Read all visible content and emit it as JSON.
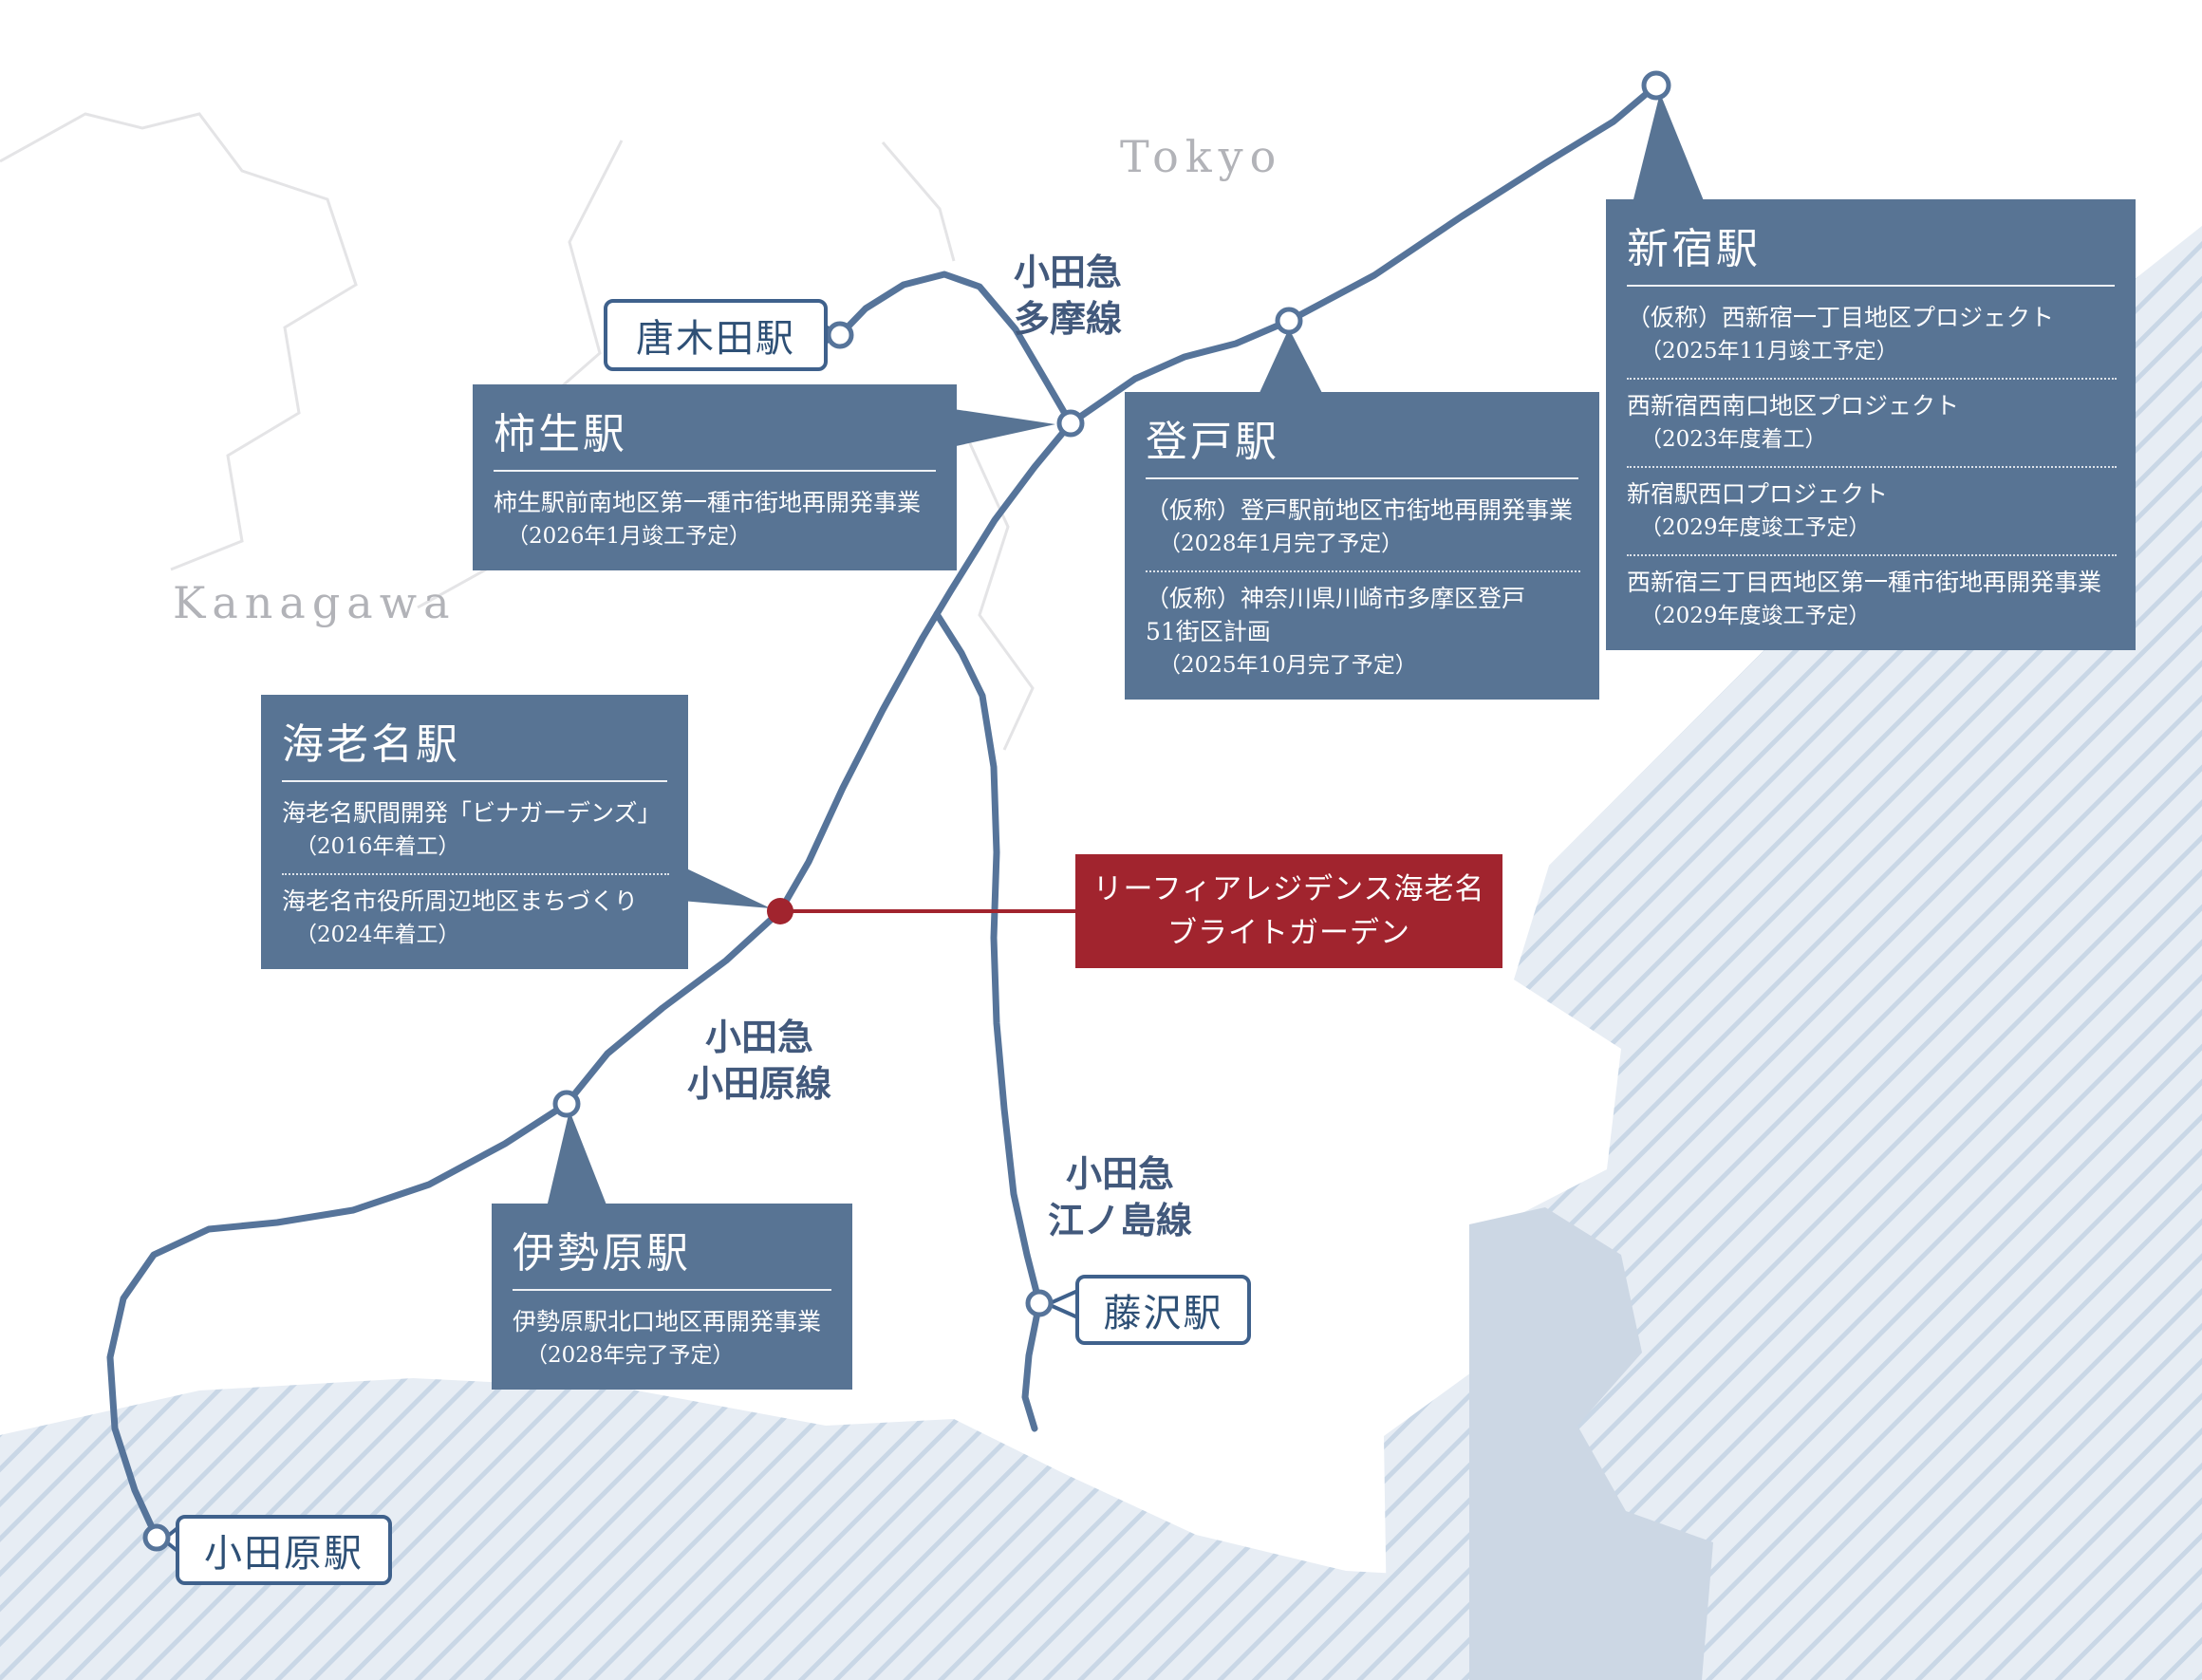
{
  "regions": {
    "tokyo": "Tokyo",
    "kanagawa": "Kanagawa"
  },
  "lines": {
    "tama": "小田急\n多摩線",
    "odawara": "小田急\n小田原線",
    "enoshima": "小田急\n江ノ島線"
  },
  "stations": {
    "karakida": "唐木田駅",
    "fujisawa": "藤沢駅",
    "odawara": "小田原駅"
  },
  "callouts": {
    "kakio": {
      "title": "柿生駅",
      "projects": [
        {
          "name": "柿生駅前南地区第一種市街地再開発事業",
          "date": "（2026年1月竣工予定）"
        }
      ]
    },
    "noborito": {
      "title": "登戸駅",
      "projects": [
        {
          "name": "（仮称）登戸駅前地区市街地再開発事業",
          "date": "（2028年1月完了予定）"
        },
        {
          "name": "（仮称）神奈川県川崎市多摩区登戸\n51街区計画",
          "date": "（2025年10月完了予定）"
        }
      ]
    },
    "shinjuku": {
      "title": "新宿駅",
      "projects": [
        {
          "name": "（仮称）西新宿一丁目地区プロジェクト",
          "date": "（2025年11月竣工予定）"
        },
        {
          "name": "西新宿西南口地区プロジェクト",
          "date": "（2023年度着工）"
        },
        {
          "name": "新宿駅西口プロジェクト",
          "date": "（2029年度竣工予定）"
        },
        {
          "name": "西新宿三丁目西地区第一種市街地再開発事業",
          "date": "（2029年度竣工予定）"
        }
      ]
    },
    "ebina": {
      "title": "海老名駅",
      "projects": [
        {
          "name": "海老名駅間開発「ビナガーデンズ」",
          "date": "（2016年着工）"
        },
        {
          "name": "海老名市役所周辺地区まちづくり",
          "date": "（2024年着工）"
        }
      ]
    },
    "isehara": {
      "title": "伊勢原駅",
      "projects": [
        {
          "name": "伊勢原駅北口地区再開発事業",
          "date": "（2028年完了予定）"
        }
      ]
    }
  },
  "property": {
    "label": "リーフィアレジデンス海老名\nブライトガーデン"
  },
  "colors": {
    "box_blue": "#587494",
    "rail_blue": "#56749a",
    "accent_red": "#a1242e",
    "water_bg": "#e7edf4",
    "water_stripe": "#c9d7e6",
    "land_border": "#e4e4e6",
    "peninsula": "#ccd7e4"
  }
}
